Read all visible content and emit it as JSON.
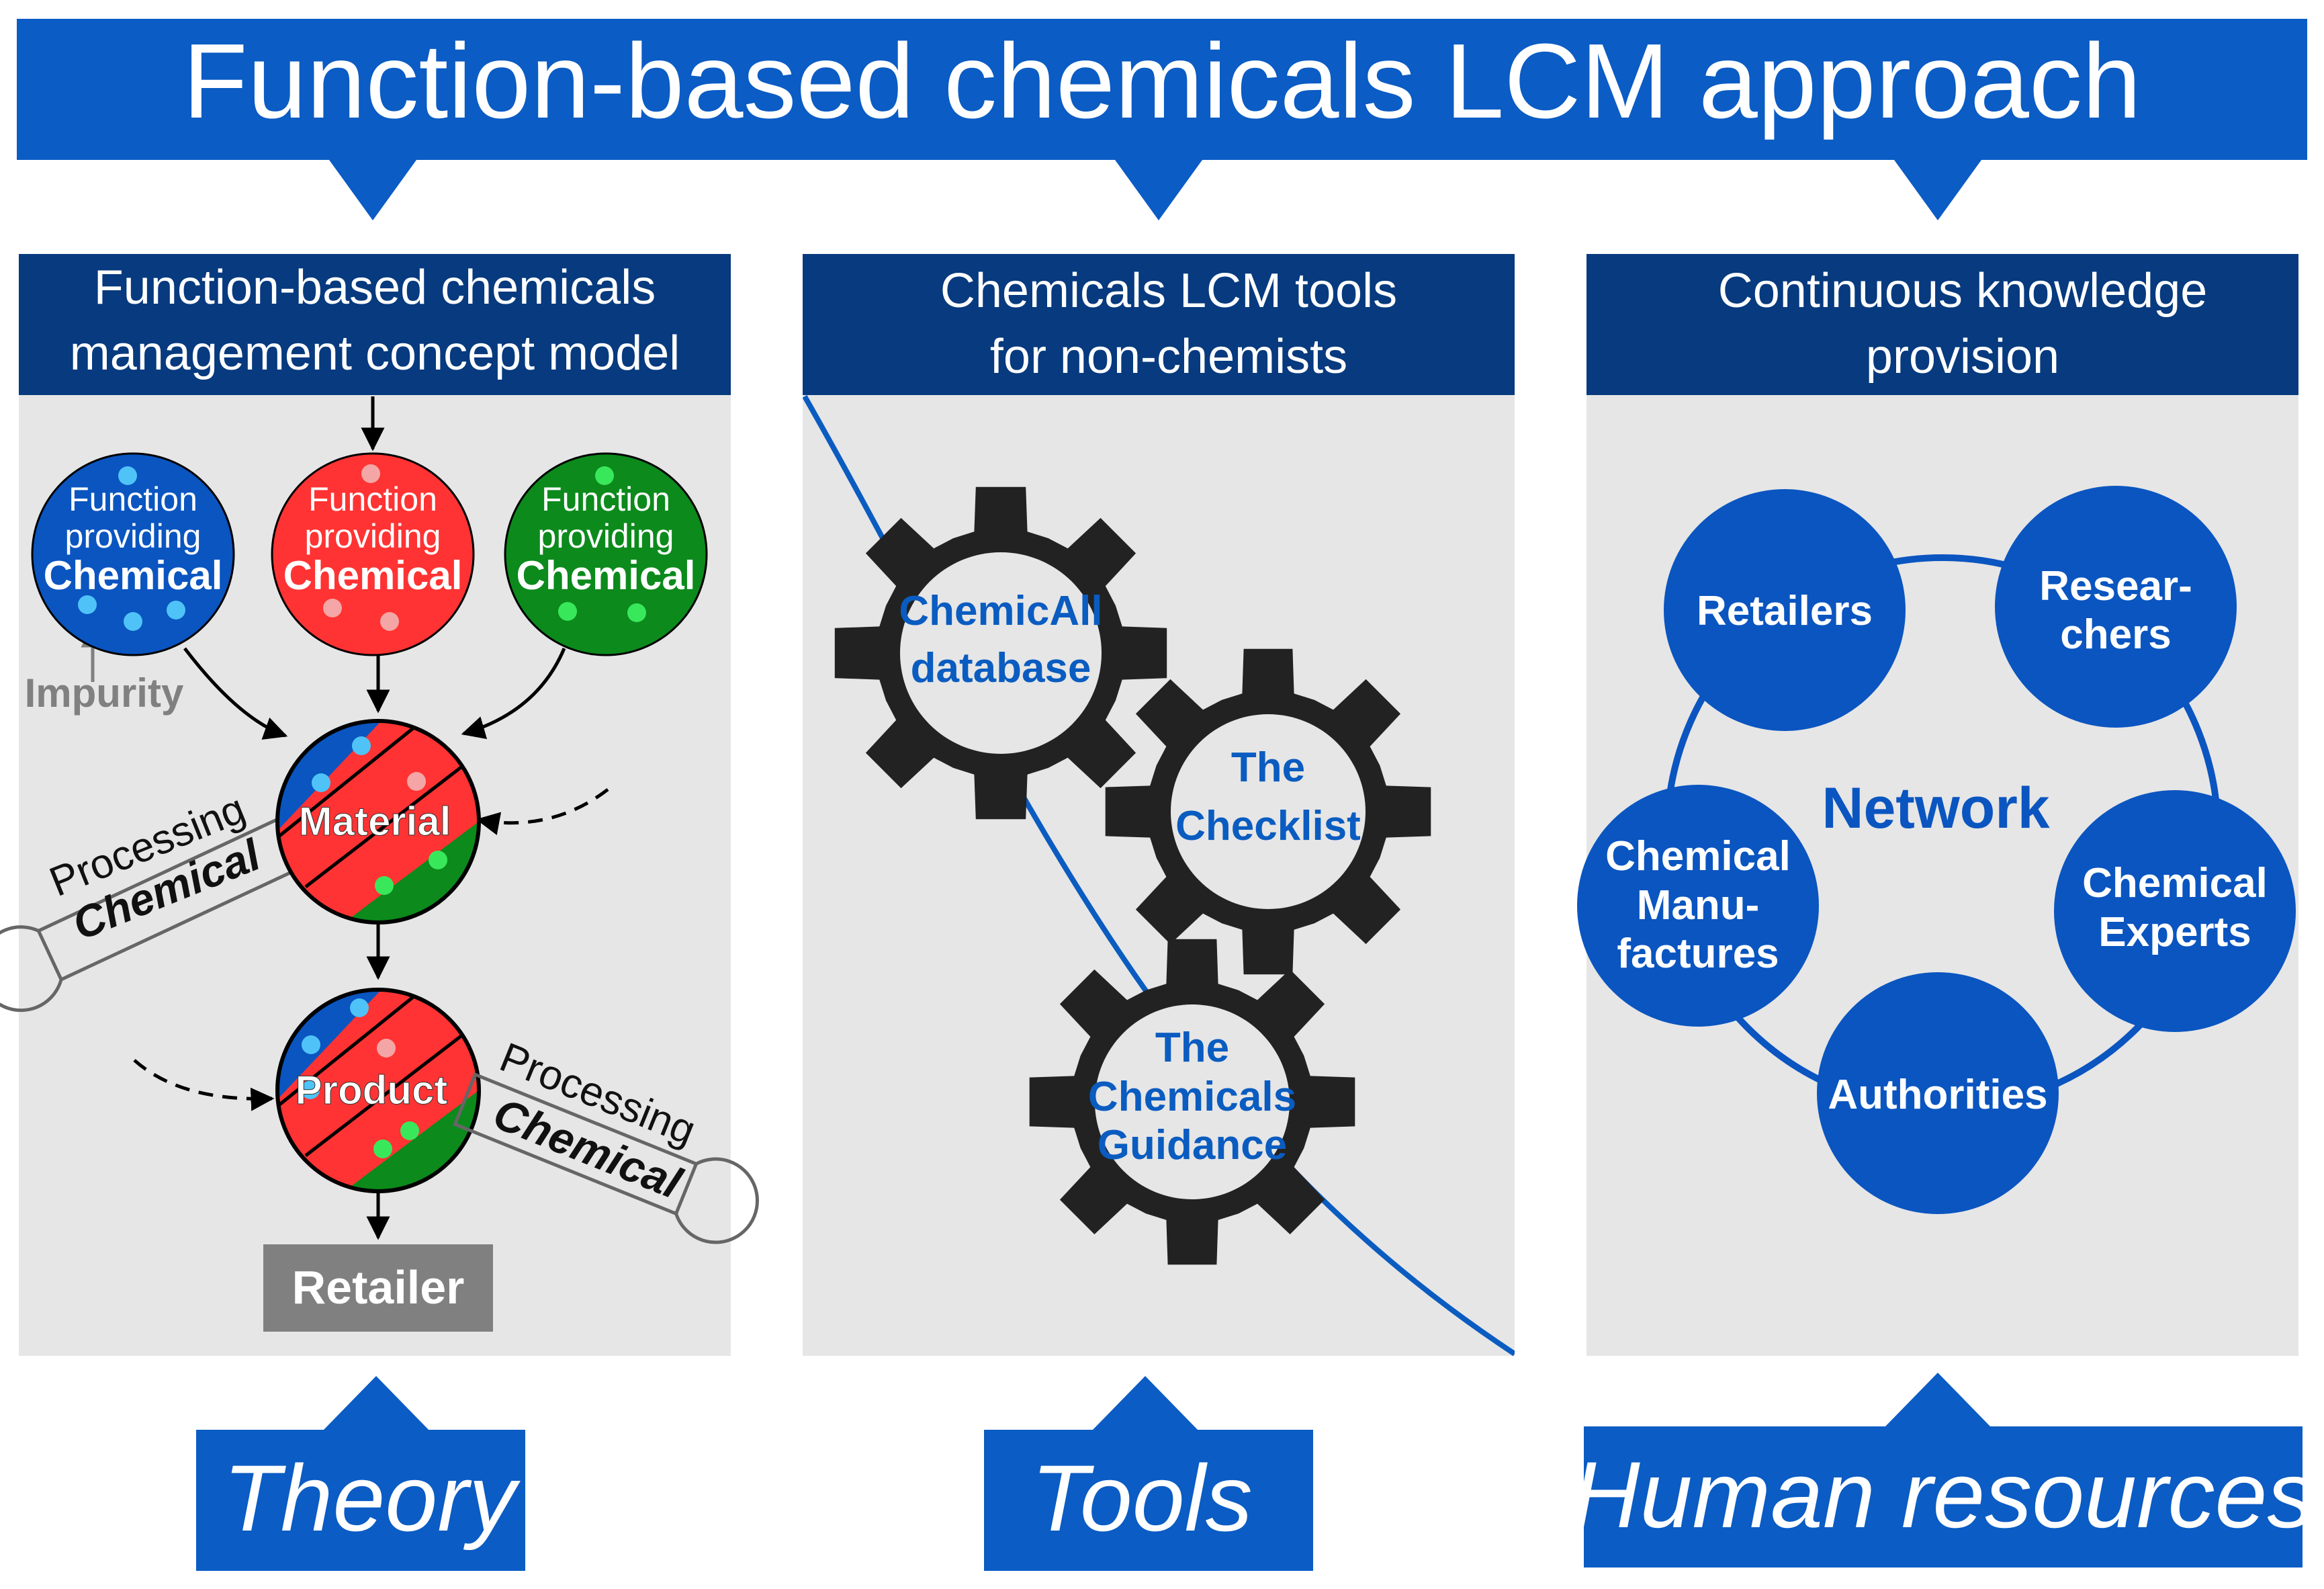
{
  "title": "Function-based chemicals LCM approach",
  "colors": {
    "banner_blue": "#0b5cc4",
    "header_navy": "#073a7e",
    "panel_gray": "#e6e6e6",
    "circle_blue": "#0a55c0",
    "text_blue": "#0a5cc0",
    "red": "#ff3333",
    "green": "#0c8a1c",
    "gear": "#222222",
    "retailer_gray": "#808080"
  },
  "panels": [
    {
      "header_line1": "Function-based chemicals",
      "header_line2": "management concept model",
      "footer": "Theory"
    },
    {
      "header_line1": "Chemicals LCM tools",
      "header_line2": "for non-chemists",
      "footer": "Tools"
    },
    {
      "header_line1": "Continuous knowledge",
      "header_line2": "provision",
      "footer": "Human resources"
    }
  ],
  "theory": {
    "func_line1": "Function",
    "func_line2": "providing",
    "func_line3": "Chemical",
    "impurity": "Impurity",
    "material": "Material",
    "product": "Product",
    "processing_word": "Processing",
    "processing_chemical": "Chemical",
    "retailer": "Retailer"
  },
  "tools": {
    "gear1_line1": "ChemicAll",
    "gear1_line2": "database",
    "gear2_line1": "The",
    "gear2_line2": "Checklist",
    "gear3_line1": "The",
    "gear3_line2": "Chemicals",
    "gear3_line3": "Guidance"
  },
  "network": {
    "center": "Network",
    "retailers": "Retailers",
    "researchers_line1": "Resear-",
    "researchers_line2": "chers",
    "manufactures_line1": "Chemical",
    "manufactures_line2": "Manu-",
    "manufactures_line3": "factures",
    "experts_line1": "Chemical",
    "experts_line2": "Experts",
    "authorities": "Authorities"
  }
}
